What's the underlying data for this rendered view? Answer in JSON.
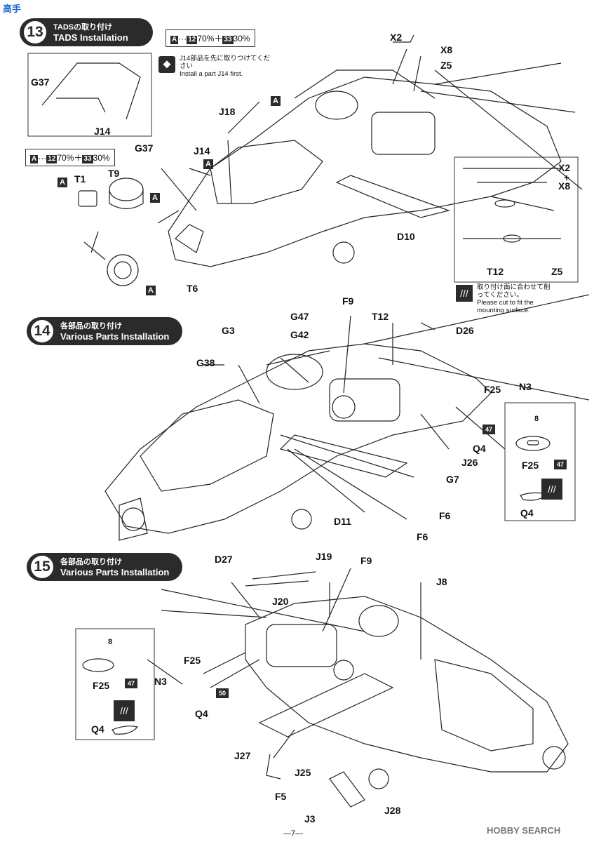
{
  "watermark": {
    "brand": "HOBBY SEARCH",
    "corner": "高手"
  },
  "page_number": "—7—",
  "steps": [
    {
      "number": "13",
      "title_jp": "TADSの取り付け",
      "title_en": "TADS Installation"
    },
    {
      "number": "14",
      "title_jp": "各部品の取り付け",
      "title_en": "Various Parts Installation"
    },
    {
      "number": "15",
      "title_jp": "各部品の取り付け",
      "title_en": "Various Parts Installation"
    }
  ],
  "paint_mix": {
    "tag": "A",
    "part1": "12",
    "pct1": "70%＋",
    "part2": "33",
    "pct2": "30%"
  },
  "notes": {
    "install_first_jp": "J14部品を先に取りつけてください",
    "install_first_en": "Install a part J14 first.",
    "cut_to_fit_jp": "取り付け面に合わせて削ってください。",
    "cut_to_fit_en": "Please cut to fit the mounting surface."
  },
  "labels": {
    "s13": [
      "X2",
      "X8",
      "Z5",
      "G37",
      "J14",
      "J18",
      "G37",
      "J14",
      "T1",
      "T9",
      "D10",
      "T6",
      "X2",
      "+",
      "X8",
      "T12",
      "Z5"
    ],
    "s14": [
      "F9",
      "G47",
      "T12",
      "D26",
      "G3",
      "G42",
      "G38",
      "F25",
      "N3",
      "8",
      "F25",
      "47",
      "Q4",
      "J26",
      "G7",
      "Q4",
      "F6",
      "D11",
      "F6"
    ],
    "s15": [
      "D27",
      "J19",
      "F9",
      "J8",
      "J20",
      "8",
      "F25",
      "F25",
      "47",
      "N3",
      "50",
      "Q4",
      "Q4",
      "J27",
      "J25",
      "J28",
      "F5",
      "J3"
    ]
  },
  "paint_tags": [
    "A",
    "A",
    "A",
    "A",
    "A",
    "A",
    "47",
    "47",
    "50",
    "8",
    "8"
  ]
}
